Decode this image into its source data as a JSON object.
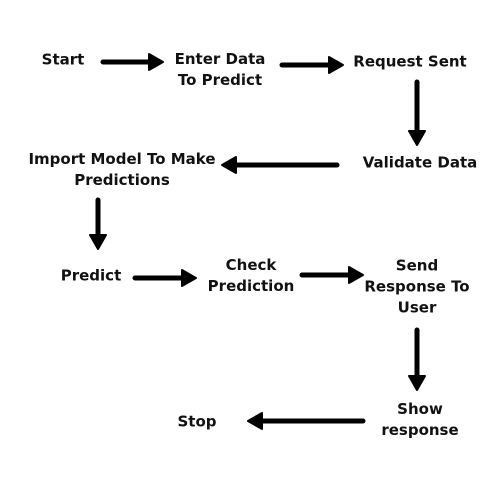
{
  "flowchart": {
    "nodes": [
      {
        "id": "start",
        "lines": [
          "Start"
        ]
      },
      {
        "id": "enter-data",
        "lines": [
          "Enter Data",
          "To Predict"
        ]
      },
      {
        "id": "request-sent",
        "lines": [
          "Request Sent"
        ]
      },
      {
        "id": "validate-data",
        "lines": [
          "Validate Data"
        ]
      },
      {
        "id": "import-model",
        "lines": [
          "Import Model To Make",
          "Predictions"
        ]
      },
      {
        "id": "predict",
        "lines": [
          "Predict"
        ]
      },
      {
        "id": "check-prediction",
        "lines": [
          "Check",
          "Prediction"
        ]
      },
      {
        "id": "send-response",
        "lines": [
          "Send",
          "Response To",
          "User"
        ]
      },
      {
        "id": "show-response",
        "lines": [
          "Show",
          "response"
        ]
      },
      {
        "id": "stop",
        "lines": [
          "Stop"
        ]
      }
    ],
    "edges": [
      {
        "from": "start",
        "to": "enter-data"
      },
      {
        "from": "enter-data",
        "to": "request-sent"
      },
      {
        "from": "request-sent",
        "to": "validate-data"
      },
      {
        "from": "validate-data",
        "to": "import-model"
      },
      {
        "from": "import-model",
        "to": "predict"
      },
      {
        "from": "predict",
        "to": "check-prediction"
      },
      {
        "from": "check-prediction",
        "to": "send-response"
      },
      {
        "from": "send-response",
        "to": "show-response"
      },
      {
        "from": "show-response",
        "to": "stop"
      }
    ],
    "colors": {
      "text": "#111111",
      "arrow": "#000000",
      "background": "#ffffff"
    }
  }
}
